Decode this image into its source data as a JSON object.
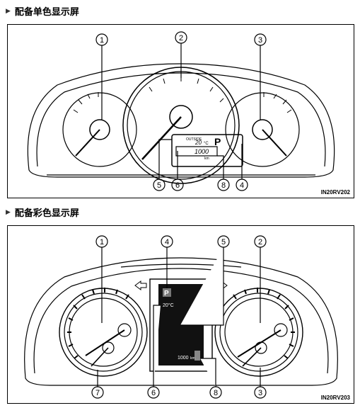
{
  "sections": [
    {
      "heading": "配备单色显示屏",
      "figure_id": "IN20RV202",
      "callouts": [
        "1",
        "2",
        "3",
        "5",
        "6",
        "8",
        "4"
      ],
      "display": {
        "temp_value": "20",
        "temp_unit": "°C",
        "gear": "P",
        "odo": "1000",
        "odo_unit": "km",
        "small_text": "OUTSIDE"
      }
    },
    {
      "heading": "配备彩色显示屏",
      "figure_id": "IN20RV203",
      "callouts": [
        "1",
        "4",
        "5",
        "2",
        "7",
        "6",
        "8",
        "3"
      ],
      "display": {
        "gear": "P",
        "temp": "20°C",
        "odo": "1000",
        "odo_unit": "km"
      }
    }
  ],
  "icons": [
    "triangle-bullet-icon",
    "left-turn-arrow-icon",
    "right-turn-arrow-icon"
  ]
}
